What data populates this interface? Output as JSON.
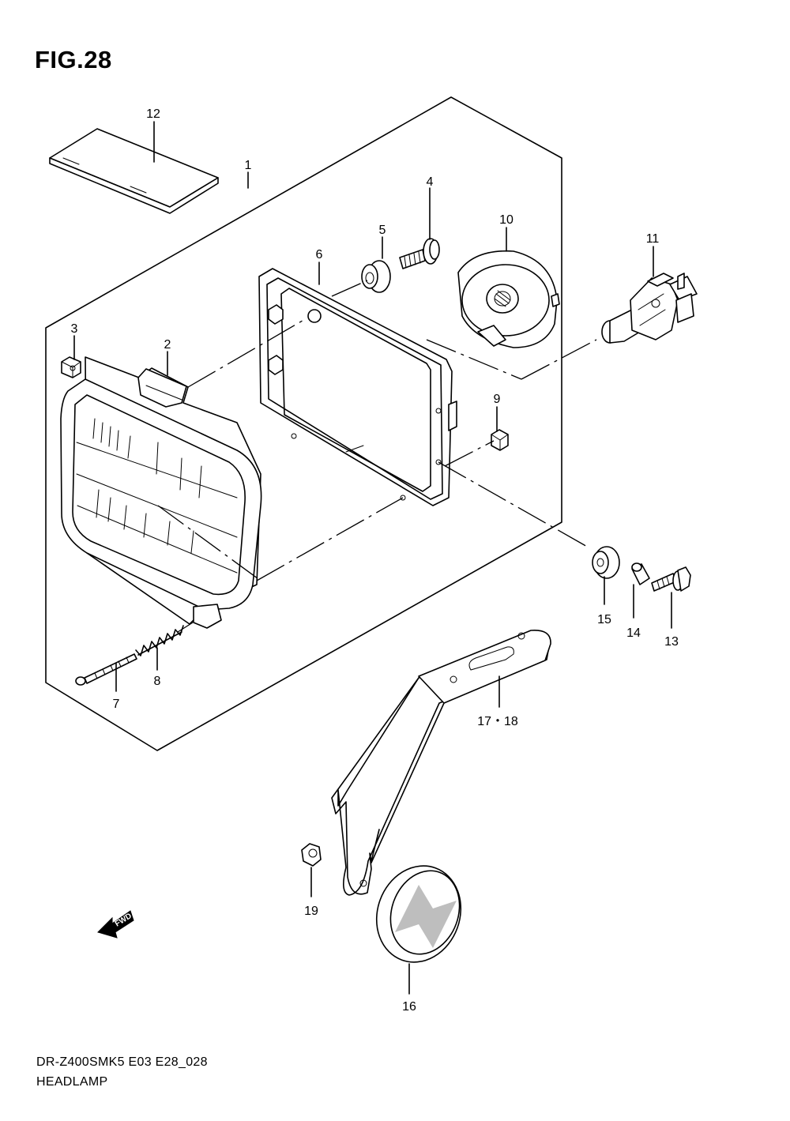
{
  "figure": {
    "title": "FIG.28",
    "model_code": "DR-Z400SMK5 E03 E28_028",
    "part_group": "HEADLAMP",
    "direction_label": "FWD"
  },
  "callouts": [
    {
      "id": "1",
      "label": "1"
    },
    {
      "id": "2",
      "label": "2"
    },
    {
      "id": "3",
      "label": "3"
    },
    {
      "id": "4",
      "label": "4"
    },
    {
      "id": "5",
      "label": "5"
    },
    {
      "id": "6",
      "label": "6"
    },
    {
      "id": "7",
      "label": "7"
    },
    {
      "id": "8",
      "label": "8"
    },
    {
      "id": "9",
      "label": "9"
    },
    {
      "id": "10",
      "label": "10"
    },
    {
      "id": "11",
      "label": "11"
    },
    {
      "id": "12",
      "label": "12"
    },
    {
      "id": "13",
      "label": "13"
    },
    {
      "id": "14",
      "label": "14"
    },
    {
      "id": "15",
      "label": "15"
    },
    {
      "id": "16",
      "label": "16"
    },
    {
      "id": "17-18",
      "label": "17・18"
    },
    {
      "id": "19",
      "label": "19"
    }
  ]
}
